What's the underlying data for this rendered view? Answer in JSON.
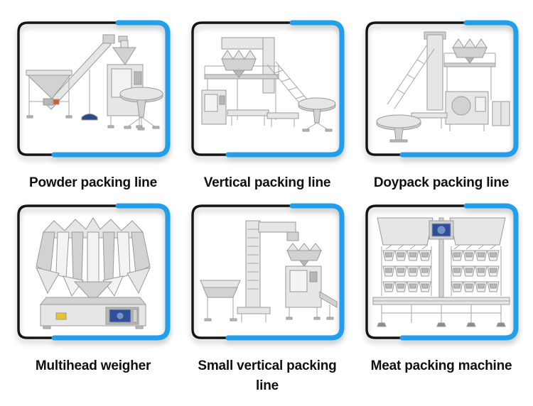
{
  "page": {
    "background": "#ffffff"
  },
  "theme": {
    "accent_blue": "#219fea",
    "frame_black": "#141414",
    "label_color": "#101010"
  },
  "products": [
    {
      "label": "Powder packing line",
      "image": "powder-packing-line"
    },
    {
      "label": "Vertical packing line",
      "image": "vertical-packing-line"
    },
    {
      "label": "Doypack packing line",
      "image": "doypack-packing-line"
    },
    {
      "label": "Multihead weigher",
      "image": "multihead-weigher"
    },
    {
      "label": "Small vertical packing line",
      "image": "small-vertical-packing-line"
    },
    {
      "label": "Meat packing machine",
      "image": "meat-packing-machine"
    }
  ]
}
